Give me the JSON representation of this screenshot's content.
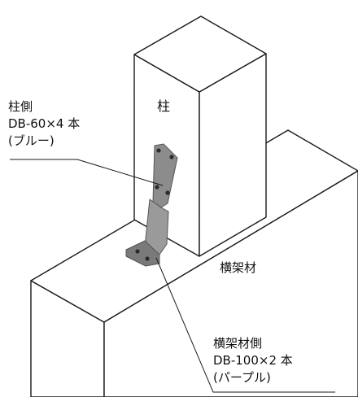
{
  "diagram": {
    "pillar_label": "柱",
    "beam_label": "横架材",
    "column_side": {
      "title": "柱側",
      "part": "DB-60×4 本",
      "color_note": "(ブルー)"
    },
    "beam_side": {
      "title": "横架材側",
      "part": "DB-100×2 本",
      "color_note": "(パープル)"
    }
  },
  "colors": {
    "line": "#1a1a1a",
    "bracket_fill": "#8a8a8a",
    "bracket_edge": "#555555",
    "background": "#ffffff"
  }
}
